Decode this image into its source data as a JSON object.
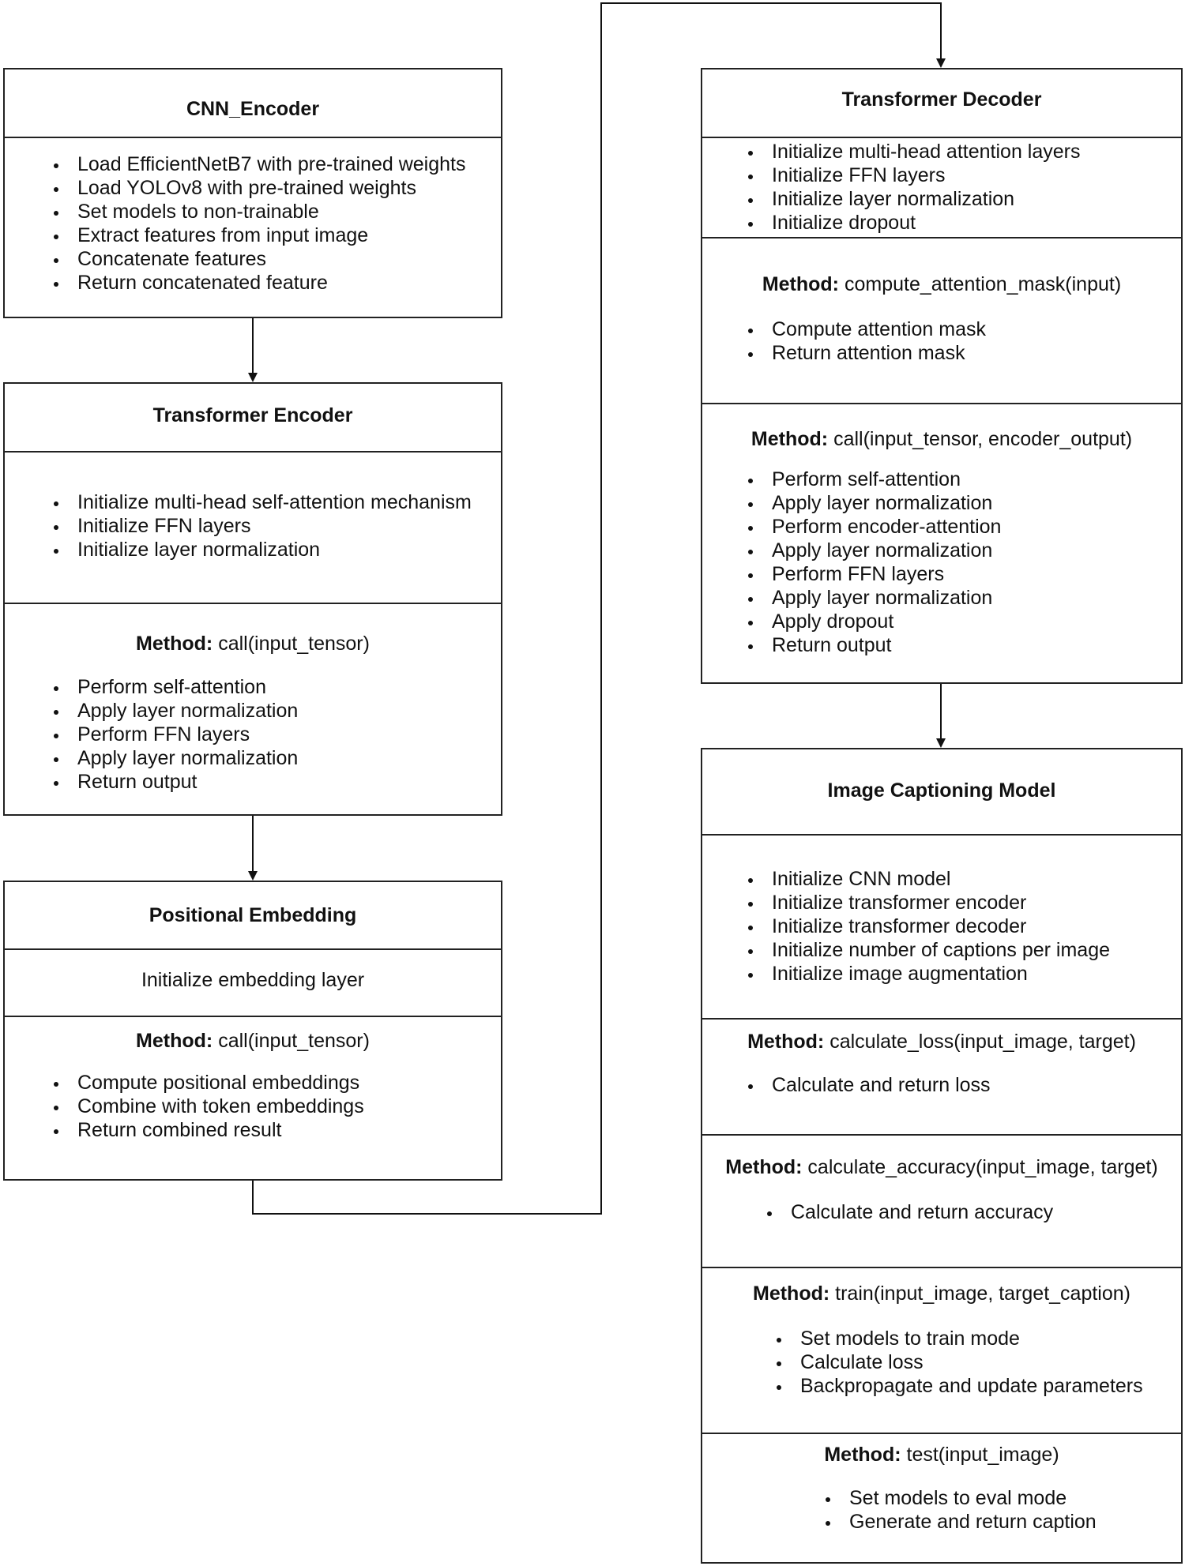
{
  "cnn_encoder": {
    "title": "CNN_Encoder",
    "items": [
      "Load EfficientNetB7 with pre-trained weights",
      "Load YOLOv8 with pre-trained weights",
      "Set models to non-trainable",
      "Extract features from input image",
      "Concatenate features",
      "Return concatenated feature"
    ]
  },
  "transformer_encoder": {
    "title": "Transformer Encoder",
    "init_items": [
      "Initialize multi-head self-attention mechanism",
      "Initialize FFN layers",
      "Initialize layer normalization"
    ],
    "method_label": "Method:",
    "method_sig": "call(input_tensor)",
    "method_items": [
      "Perform self-attention",
      "Apply layer normalization",
      "Perform FFN layers",
      "Apply layer normalization",
      "Return output"
    ]
  },
  "positional_embedding": {
    "title": "Positional Embedding",
    "init_text": "Initialize embedding layer",
    "method_label": "Method:",
    "method_sig": "call(input_tensor)",
    "method_items": [
      "Compute positional embeddings",
      "Combine with token embeddings",
      "Return combined result"
    ]
  },
  "transformer_decoder": {
    "title": "Transformer Decoder",
    "init_items": [
      "Initialize multi-head attention layers",
      "Initialize FFN layers",
      "Initialize layer normalization",
      "Initialize dropout"
    ],
    "mask_method_label": "Method:",
    "mask_method_sig": "compute_attention_mask(input)",
    "mask_items": [
      "Compute attention mask",
      "Return attention mask"
    ],
    "call_method_label": "Method:",
    "call_method_sig": "call(input_tensor, encoder_output)",
    "call_items": [
      "Perform self-attention",
      "Apply layer normalization",
      "Perform encoder-attention",
      "Apply layer normalization",
      "Perform FFN layers",
      "Apply layer normalization",
      "Apply dropout",
      "Return output"
    ]
  },
  "image_captioning_model": {
    "title": "Image Captioning Model",
    "init_items": [
      "Initialize CNN model",
      "Initialize transformer encoder",
      "Initialize transformer decoder",
      "Initialize number of captions per image",
      "Initialize image augmentation"
    ],
    "loss_label": "Method:",
    "loss_sig": "calculate_loss(input_image, target)",
    "loss_items": [
      "Calculate and return loss"
    ],
    "acc_label": "Method:",
    "acc_sig": "calculate_accuracy(input_image, target)",
    "acc_items": [
      "Calculate and return accuracy"
    ],
    "train_label": "Method:",
    "train_sig": "train(input_image, target_caption)",
    "train_items": [
      "Set models to train mode",
      "Calculate loss",
      "Backpropagate and update parameters"
    ],
    "test_label": "Method:",
    "test_sig": "test(input_image)",
    "test_items": [
      "Set models to eval mode",
      "Generate and return caption"
    ]
  }
}
